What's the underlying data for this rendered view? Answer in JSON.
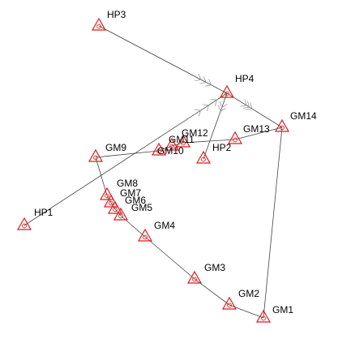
{
  "colors": {
    "marker": "#e01b1b",
    "edge": "#444444",
    "tick": "#9a9a9a",
    "label": "#000000"
  },
  "marker_icon": "triangle-with-circle-marker",
  "stations": [
    {
      "id": "HP3",
      "label": "HP3"
    },
    {
      "id": "HP4",
      "label": "HP4"
    },
    {
      "id": "GM14",
      "label": "GM14"
    },
    {
      "id": "GM13",
      "label": "GM13"
    },
    {
      "id": "GM12",
      "label": "GM12"
    },
    {
      "id": "GM11",
      "label": "GM11"
    },
    {
      "id": "GM10",
      "label": "GM10"
    },
    {
      "id": "HP2",
      "label": "HP2"
    },
    {
      "id": "GM9",
      "label": "GM9"
    },
    {
      "id": "GM8",
      "label": "GM8"
    },
    {
      "id": "GM7",
      "label": "GM7"
    },
    {
      "id": "GM6",
      "label": "GM6"
    },
    {
      "id": "GM5",
      "label": "GM5"
    },
    {
      "id": "HP1",
      "label": "HP1"
    },
    {
      "id": "GM4",
      "label": "GM4"
    },
    {
      "id": "GM3",
      "label": "GM3"
    },
    {
      "id": "GM2",
      "label": "GM2"
    },
    {
      "id": "GM1",
      "label": "GM1"
    }
  ],
  "connections": [
    [
      "HP3",
      "HP4"
    ],
    [
      "HP4",
      "GM14"
    ],
    [
      "GM14",
      "GM1"
    ],
    [
      "GM1",
      "GM2"
    ],
    [
      "GM2",
      "GM3"
    ],
    [
      "GM3",
      "GM4"
    ],
    [
      "GM4",
      "GM5"
    ],
    [
      "GM5",
      "GM6"
    ],
    [
      "GM6",
      "GM7"
    ],
    [
      "GM7",
      "GM8"
    ],
    [
      "GM8",
      "GM9"
    ],
    [
      "GM9",
      "GM10"
    ],
    [
      "GM10",
      "GM11"
    ],
    [
      "GM11",
      "GM12"
    ],
    [
      "GM12",
      "GM13"
    ],
    [
      "GM13",
      "GM14"
    ],
    [
      "HP1",
      "HP4"
    ],
    [
      "HP4",
      "HP2"
    ]
  ]
}
